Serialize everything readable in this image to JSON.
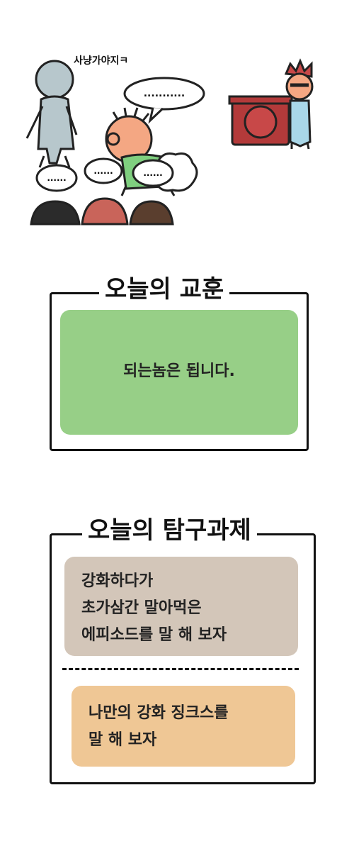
{
  "scene": {
    "caption": "사냥가야지ㅋ",
    "speech_bubble": "...........",
    "crowd_bubbles": [
      "......",
      "......",
      "......"
    ],
    "colors": {
      "armor": "#b7c7cc",
      "hero_shirt": "#7fcf7f",
      "forge": "#b33a3a",
      "crowd": [
        "#2b2b2b",
        "#c9645a",
        "#5a3e2e"
      ]
    }
  },
  "lesson": {
    "title": "오늘의 교훈",
    "text": "되는놈은 됩니다.",
    "panel_color": "#97cf87"
  },
  "task": {
    "title": "오늘의 탐구과제",
    "q1_lines": [
      "강화하다가",
      "초가삼간 말아먹은",
      "에피소드를 말 해 보자"
    ],
    "q2_lines": [
      "나만의 강화 징크스를",
      "말 해 보자"
    ],
    "q1_color": "#d3c6b9",
    "q2_color": "#efc795"
  }
}
